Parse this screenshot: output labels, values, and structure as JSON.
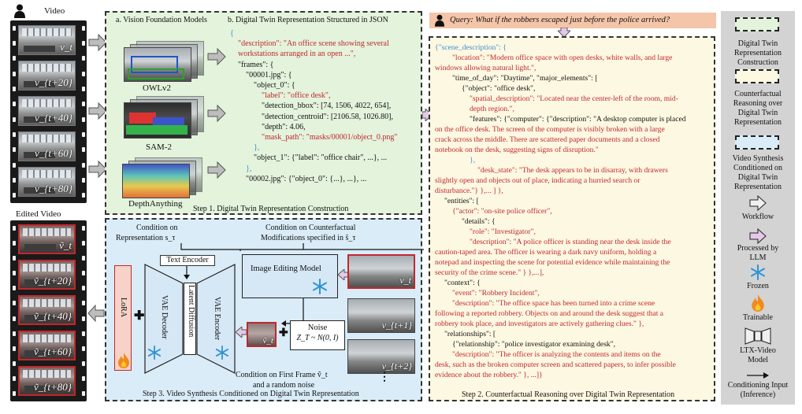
{
  "left_video": {
    "title": "Video",
    "frames": [
      "v_t",
      "v_{t+20}",
      "v_{t+40}",
      "v_{t+60}",
      "v_{t+80}"
    ]
  },
  "left_edited": {
    "title": "Edited Video",
    "frames": [
      "ṽ_t",
      "ṽ_{t+20}",
      "ṽ_{t+40}",
      "ṽ_{t+60}",
      "ṽ_{t+80}"
    ]
  },
  "step1": {
    "sub_a": "a. Vision Foundation Models",
    "sub_b": "b. Digital Twin Representation Structured in JSON",
    "models": [
      "OWLv2",
      "SAM-2",
      "DepthAnything"
    ],
    "caption": "Step 1. Digital Twin Representation Construction",
    "json_lines": [
      "{",
      "\"description\": \"An office scene showing several",
      "workstations arranged in an open ...\",",
      "\"frames\": {",
      "\"00001.jpg\": {",
      "\"object_0\": {",
      "\"label\": \"office desk\",",
      "\"detection_bbox\": [74, 1506, 4022, 654],",
      "\"detection_centroid\": [2106.58, 1026.80],",
      "\"depth\": 4.06,",
      "\"mask_path\": \"masks/00001/object_0.png\"",
      "},",
      "\"object_1\": {\"label\": \"office chair\", ...}, ...",
      "},",
      "\"00002.jpg\": {\"object_0\": {...}, ...}, ..."
    ]
  },
  "query": "Query: What if the robbers escaped just before the police arrived?",
  "step2": {
    "caption": "Step 2. Counterfactual Reasoning over Digital Twin Representation",
    "json_lines": [
      "{\"scene_description\": {",
      "\"location\": \"Modern office space with open desks, white walls, and large",
      "windows allowing natural light.\",",
      "\"time_of_day\": \"Daytime\",  \"major_elements\": [",
      "{\"object\": \"office desk\",",
      "\"spatial_description\": \"Located near the center-left of the room, mid-",
      "depth region.\",",
      "\"features\": {\"computer\": {\"description\": \"A desktop computer is placed",
      "on the office desk. The screen of the computer is visibly broken with a large",
      "crack across the middle. There are scattered paper documents and a closed",
      "notebook on the desk, suggesting signs of disruption.\"",
      "},",
      "\"desk_state\": \"The desk appears to be in disarray, with drawers",
      "slightly open and objects out of place, indicating a hurried search or",
      "disturbance.\"} },... ] },",
      "\"entities\": [",
      "{\"actor\": \"on-site police officer\",",
      "\"details\": {",
      "\"role\": \"Investigator\",",
      "\"description\": \"A police officer is standing near the desk inside the",
      "caution-taped area. The officer is wearing a dark navy uniform, holding a",
      "notepad and inspecting the scene for potential evidence while maintaining the",
      "security of the crime scene.\" } },...],",
      "\"context\": {",
      "\"event\": \"Robbery Incident\",",
      "\"description\": \"The office space has been turned into a crime scene",
      "following a reported robbery. Objects on and around the desk suggest that a",
      "robbery took place, and investigators are actively gathering clues.\" },",
      "\"relationships\": [",
      "{\"relationship\": \"police investigator examining desk\",",
      "\"description\": \"The officer is analyzing the contents and items on the",
      "desk, such as the broken computer screen and scattered papers, to infer possible",
      "evidence about the robbery.\" }, ...]}"
    ]
  },
  "step3": {
    "cond_repr": "Condition on",
    "cond_repr2": "Representation s_τ",
    "cond_cf": "Condition on Counterfactual",
    "cond_cf2": "Modifications specified in s̃_τ",
    "text_encoder": "Text Encoder",
    "image_editing": "Image Editing Model",
    "lora": "LoRA",
    "vae_decoder": "VAE Decoder",
    "latent_diffusion": "Latent Diffusion",
    "vae_encoder": "VAE Encoder",
    "noise_title": "Noise",
    "noise_formula": "Z_T ~ N(0, I)",
    "first_frame_label": "ṽ_t",
    "input_frames": [
      "v_t",
      "v_{t+1}",
      "v_{t+2}"
    ],
    "cond_first": "Condition on First Frame ṽ_t",
    "cond_first2": "and a random noise",
    "caption": "Step 3. Video Synthesis Conditioned on Digital Twin Representation"
  },
  "legend": {
    "items": [
      "Digital Twin Representation Construction",
      "Counterfactual Reasoning over Digital Twin Representation",
      "Video Synthesis Conditioned on Digital Twin Representation",
      "Workflow",
      "Processed by LLM",
      "Frozen",
      "Trainable",
      "LTX-Video Model",
      "Conditioning Input (Inference)"
    ],
    "colors": {
      "green": "#e3f3dc",
      "yellow": "#fdf8e2",
      "blue": "#d9ecf7",
      "gray": "#d3d3d3"
    }
  }
}
